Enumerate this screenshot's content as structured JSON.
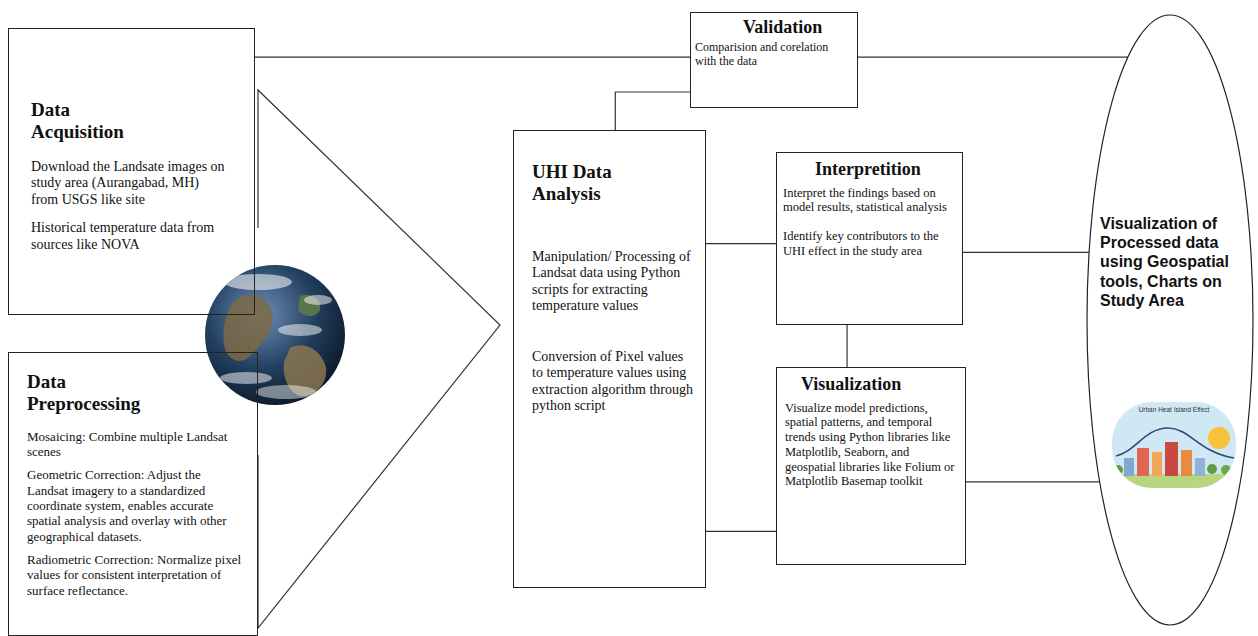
{
  "diagram": {
    "nodes": [
      {
        "text": [
          "Data Acquisition",
          "Download the Landsate images on study area (Aurangabad, MH) from USGS like site",
          "Historical temperature data from sources like NOVA"
        ]
      },
      {
        "text": [
          "Data Preprocessing",
          "Mosaicing: Combine multiple Landsat scenes",
          "Geometric Correction: Adjust the Landsat imagery to a standardized coordinate system, enables accurate spatial analysis and overlay with other geographical datasets.",
          "Radiometric Correction: Normalize pixel values for consistent interpretation of surface reflectance."
        ]
      },
      {
        "text": [
          "UHI Data Analysis",
          "Manipulation/ Processing of Landsat data using Python scripts for extracting temperature values",
          "Conversion of Pixel values to temperature values using extraction algorithm through python script"
        ]
      },
      {
        "text": [
          "Validation",
          "Comparision and corelation with the data"
        ]
      },
      {
        "text": [
          "Interpretition",
          "Interpret the findings based on model results, statistical analysis",
          "Identify key contributors to the UHI effect in the study area"
        ]
      },
      {
        "text": [
          "Visualization",
          "Visualize model predictions, spatial patterns, and temporal trends using Python libraries like Matplotlib, Seaborn, and geospatial libraries like Folium or Matplotlib Basemap toolkit"
        ]
      },
      {
        "text": [
          "Visualization of Processed data using Geospatial tools, Charts on Study Area"
        ]
      }
    ],
    "edges": [
      {
        "from": 0,
        "to": 3,
        "arrow": "none"
      },
      {
        "from": 3,
        "to": 6,
        "arrow": "none"
      },
      {
        "from": 2,
        "to": 3,
        "arrow": "none"
      },
      {
        "from": 2,
        "to": 4,
        "arrow": "none"
      },
      {
        "from": 2,
        "to": 5,
        "arrow": "none"
      },
      {
        "from": 4,
        "to": 5,
        "arrow": "none"
      },
      {
        "from": 4,
        "to": 6,
        "arrow": "none"
      },
      {
        "from": 5,
        "to": 6,
        "arrow": "none"
      }
    ],
    "labels": [
      "Urban Heat Island Effect"
    ]
  }
}
